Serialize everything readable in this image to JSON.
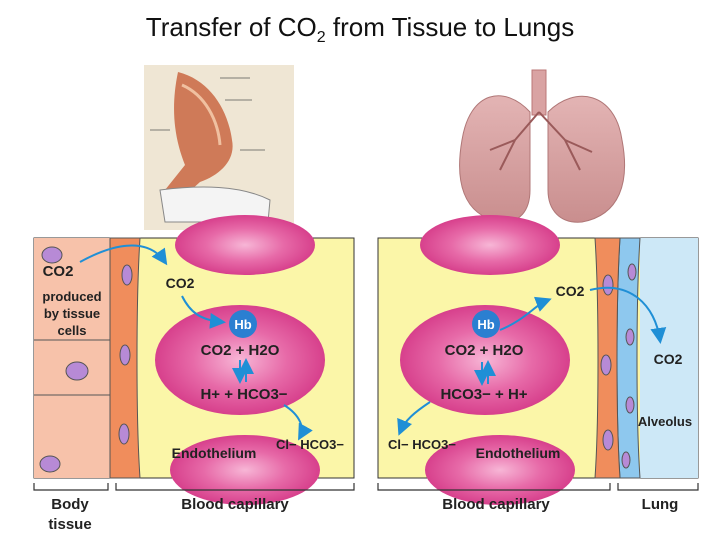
{
  "title": {
    "prefix": "Transfer of CO",
    "sub": "2",
    "suffix": " from Tissue to Lungs"
  },
  "left_panel": {
    "co2_label": "CO2",
    "produced_lines": [
      "produced",
      "by tissue",
      "cells"
    ],
    "rbc_co2": "CO2",
    "hb": "Hb",
    "eq1": "CO2 + H2O",
    "eq2": "H+ + HCO3−",
    "ions": "Cl− HCO3−",
    "endothelium": "Endothelium"
  },
  "right_panel": {
    "rbc_co2": "CO2",
    "hb": "Hb",
    "eq1": "CO2 + H2O",
    "eq2": "HCO3− + H+",
    "ions": "Cl− HCO3−",
    "endothelium": "Endothelium",
    "alveolus_co2": "CO2",
    "alveolus": "Alveolus"
  },
  "bottom_labels": {
    "body_tissue": [
      "Body",
      "tissue"
    ],
    "blood_capillary_left": "Blood capillary",
    "blood_capillary_right": "Blood capillary",
    "lung": "Lung"
  }
}
